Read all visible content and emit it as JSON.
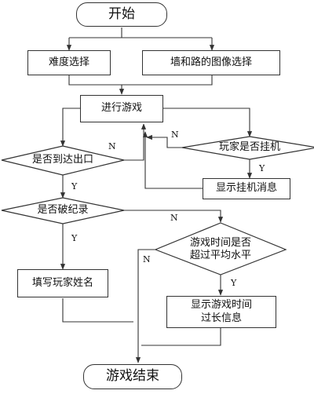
{
  "nodes": {
    "start": "开始",
    "difficulty": "难度选择",
    "image_select": "墙和路的图像选择",
    "play": "进行游戏",
    "exit_check": "是否到达出口",
    "idle_check": "玩家是否挂机",
    "idle_msg": "显示挂机消息",
    "record_check": "是否破纪录",
    "time_check_line1": "游戏时间是否",
    "time_check_line2": "超过平均水平",
    "fill_name": "填写玩家姓名",
    "long_time_line1": "显示游戏时间",
    "long_time_line2": "过长信息",
    "end": "游戏结束"
  },
  "labels": {
    "exit_no": "N",
    "exit_yes": "Y",
    "idle_no": "N",
    "idle_yes": "Y",
    "record_no": "N",
    "record_yes": "Y",
    "time_no": "N",
    "time_yes": "Y"
  }
}
